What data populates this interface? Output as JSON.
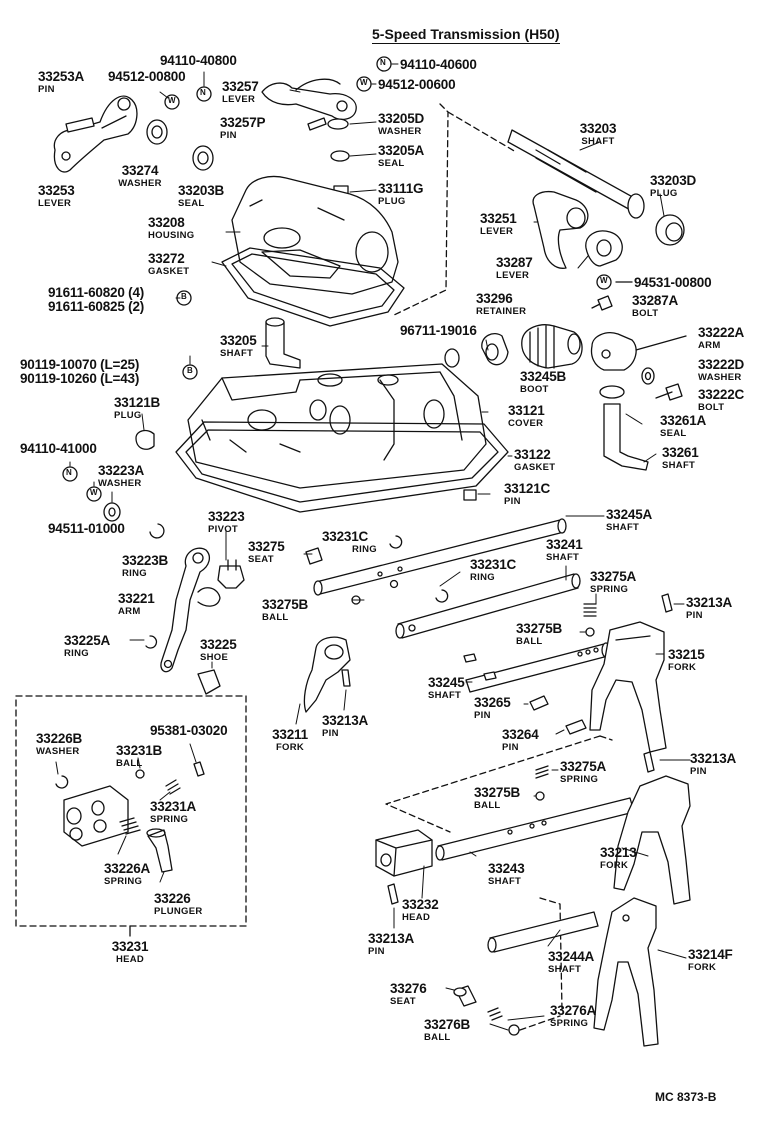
{
  "title": "5-Speed Transmission (H50)",
  "diagram_code": "MC 8373-B",
  "symbol_w": "W",
  "symbol_n": "N",
  "symbol_b": "B",
  "labels": {
    "p33253A": {
      "pn": "33253A",
      "nm": "PIN"
    },
    "p94512_00800": {
      "pn": "94512-00800"
    },
    "p94110_40800": {
      "pn": "94110-40800"
    },
    "p33257": {
      "pn": "33257",
      "nm": "LEVER"
    },
    "p94110_40600": {
      "pn": "94110-40600"
    },
    "p94512_00600": {
      "pn": "94512-00600"
    },
    "p33257P": {
      "pn": "33257P",
      "nm": "PIN"
    },
    "p33205D": {
      "pn": "33205D",
      "nm": "WASHER"
    },
    "p33205A": {
      "pn": "33205A",
      "nm": "SEAL"
    },
    "p33274": {
      "pn": "33274",
      "nm": "WASHER"
    },
    "p33203B": {
      "pn": "33203B",
      "nm": "SEAL"
    },
    "p33253": {
      "pn": "33253",
      "nm": "LEVER"
    },
    "p33111G": {
      "pn": "33111G",
      "nm": "PLUG"
    },
    "p33203": {
      "pn": "33203",
      "nm": "SHAFT"
    },
    "p33203D": {
      "pn": "33203D",
      "nm": "PLUG"
    },
    "p33208": {
      "pn": "33208",
      "nm": "HOUSING"
    },
    "p33251": {
      "pn": "33251",
      "nm": "LEVER"
    },
    "p33272": {
      "pn": "33272",
      "nm": "GASKET"
    },
    "p33287": {
      "pn": "33287",
      "nm": "LEVER"
    },
    "p94531_00800": {
      "pn": "94531-00800"
    },
    "p91611_60820": {
      "pn": "91611-60820 (4)"
    },
    "p91611_60825": {
      "pn": "91611-60825 (2)"
    },
    "p33287A": {
      "pn": "33287A",
      "nm": "BOLT"
    },
    "p33296": {
      "pn": "33296",
      "nm": "RETAINER"
    },
    "p96711_19016": {
      "pn": "96711-19016"
    },
    "p33205": {
      "pn": "33205",
      "nm": "SHAFT"
    },
    "p33222A": {
      "pn": "33222A",
      "nm": "ARM"
    },
    "p90119_10070": {
      "pn": "90119-10070 (L=25)"
    },
    "p90119_10260": {
      "pn": "90119-10260 (L=43)"
    },
    "p33222D": {
      "pn": "33222D",
      "nm": "WASHER"
    },
    "p33245B": {
      "pn": "33245B",
      "nm": "BOOT"
    },
    "p33222C": {
      "pn": "33222C",
      "nm": "BOLT"
    },
    "p33121B": {
      "pn": "33121B",
      "nm": "PLUG"
    },
    "p33121": {
      "pn": "33121",
      "nm": "COVER"
    },
    "p33261A": {
      "pn": "33261A",
      "nm": "SEAL"
    },
    "p94110_41000": {
      "pn": "94110-41000"
    },
    "p33122": {
      "pn": "33122",
      "nm": "GASKET"
    },
    "p33261": {
      "pn": "33261",
      "nm": "SHAFT"
    },
    "p33223A": {
      "pn": "33223A",
      "nm": "WASHER"
    },
    "p33121C": {
      "pn": "33121C",
      "nm": "PIN"
    },
    "p94511_01000": {
      "pn": "94511-01000"
    },
    "p33223": {
      "pn": "33223",
      "nm": "PIVOT"
    },
    "p33245A": {
      "pn": "33245A",
      "nm": "SHAFT"
    },
    "p33275": {
      "pn": "33275",
      "nm": "SEAT"
    },
    "p33231C_a": {
      "pn": "33231C",
      "nm": "RING"
    },
    "p33241": {
      "pn": "33241",
      "nm": "SHAFT"
    },
    "p33223B": {
      "pn": "33223B",
      "nm": "RING"
    },
    "p33231C_b": {
      "pn": "33231C",
      "nm": "RING"
    },
    "p33275A_a": {
      "pn": "33275A",
      "nm": "SPRING"
    },
    "p33221": {
      "pn": "33221",
      "nm": "ARM"
    },
    "p33275B_a": {
      "pn": "33275B",
      "nm": "BALL"
    },
    "p33213A_a": {
      "pn": "33213A",
      "nm": "PIN"
    },
    "p33275B_b": {
      "pn": "33275B",
      "nm": "BALL"
    },
    "p33225A": {
      "pn": "33225A",
      "nm": "RING"
    },
    "p33225": {
      "pn": "33225",
      "nm": "SHOE"
    },
    "p33215": {
      "pn": "33215",
      "nm": "FORK"
    },
    "p33245": {
      "pn": "33245",
      "nm": "SHAFT"
    },
    "p33265": {
      "pn": "33265",
      "nm": "PIN"
    },
    "p33226B": {
      "pn": "33226B",
      "nm": "WASHER"
    },
    "p95381_03020": {
      "pn": "95381-03020"
    },
    "p33211": {
      "pn": "33211",
      "nm": "FORK"
    },
    "p33213A_b": {
      "pn": "33213A",
      "nm": "PIN"
    },
    "p33264": {
      "pn": "33264",
      "nm": "PIN"
    },
    "p33231B": {
      "pn": "33231B",
      "nm": "BALL"
    },
    "p33213A_c": {
      "pn": "33213A",
      "nm": "PIN"
    },
    "p33275A_b": {
      "pn": "33275A",
      "nm": "SPRING"
    },
    "p33231A": {
      "pn": "33231A",
      "nm": "SPRING"
    },
    "p33275B_c": {
      "pn": "33275B",
      "nm": "BALL"
    },
    "p33213": {
      "pn": "33213",
      "nm": "FORK"
    },
    "p33226A": {
      "pn": "33226A",
      "nm": "SPRING"
    },
    "p33243": {
      "pn": "33243",
      "nm": "SHAFT"
    },
    "p33226": {
      "pn": "33226",
      "nm": "PLUNGER"
    },
    "p33232": {
      "pn": "33232",
      "nm": "HEAD"
    },
    "p33231": {
      "pn": "33231",
      "nm": "HEAD"
    },
    "p33213A_d": {
      "pn": "33213A",
      "nm": "PIN"
    },
    "p33244A": {
      "pn": "33244A",
      "nm": "SHAFT"
    },
    "p33214F": {
      "pn": "33214F",
      "nm": "FORK"
    },
    "p33276": {
      "pn": "33276",
      "nm": "SEAT"
    },
    "p33276A": {
      "pn": "33276A",
      "nm": "SPRING"
    },
    "p33276B": {
      "pn": "33276B",
      "nm": "BALL"
    }
  }
}
